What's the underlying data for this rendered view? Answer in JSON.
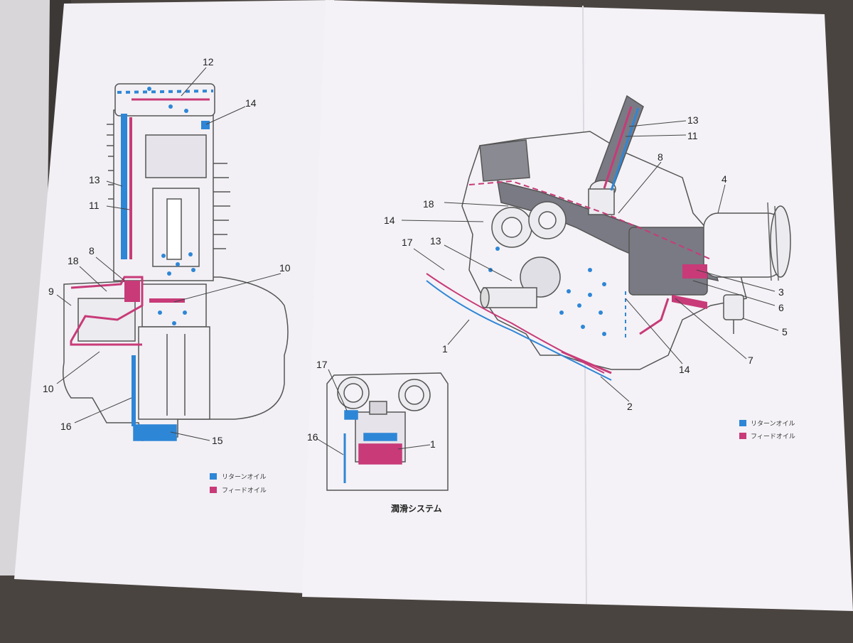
{
  "colors": {
    "return_oil": "#2e86d6",
    "feed_oil": "#c83a78",
    "paper": "#f4f2f6",
    "line": "#555555",
    "metal": "#7a7a84"
  },
  "legend": {
    "return_oil": "リターンオイル",
    "feed_oil": "フィードオイル"
  },
  "caption": "潤滑システム",
  "left_labels": {
    "n12": "12",
    "n14": "14",
    "n13": "13",
    "n11": "11",
    "n8": "8",
    "n18": "18",
    "n9": "9",
    "n10a": "10",
    "n10b": "10",
    "n16": "16",
    "n15": "15"
  },
  "right_labels": {
    "n13": "13",
    "n11": "11",
    "n8": "8",
    "n4": "4",
    "n18": "18",
    "n14a": "14",
    "n17": "17",
    "n13b": "13",
    "n3": "3",
    "n6": "6",
    "n5": "5",
    "n7": "7",
    "n1": "1",
    "n14b": "14",
    "n2": "2"
  },
  "inset_labels": {
    "n17": "17",
    "n16": "16",
    "n1": "1"
  }
}
